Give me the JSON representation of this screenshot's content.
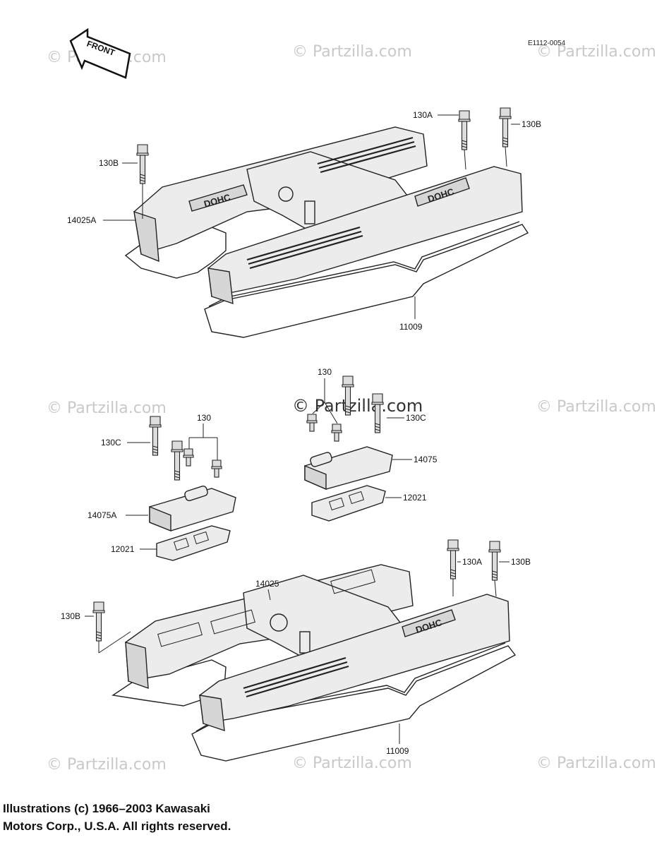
{
  "diagram_code": "E1112-0054",
  "front_label": "FRONT",
  "watermark": "© Partzilla.com",
  "copyright": "Illustrations (c) 1966–2003 Kawasaki\nMotors Corp., U.S.A.  All rights reserved.",
  "valve_cover_label": "DOHC",
  "callouts_top": {
    "p130A": "130A",
    "p130B_right": "130B",
    "p130B_left": "130B",
    "p14025A": "14025A",
    "p11009": "11009"
  },
  "callouts_middle_left": {
    "p130": "130",
    "p130C": "130C",
    "p14075A": "14075A",
    "p12021": "12021"
  },
  "callouts_middle_right": {
    "p130": "130",
    "p130C": "130C",
    "p14075": "14075",
    "p12021": "12021"
  },
  "callouts_bottom": {
    "p14025": "14025",
    "p130A": "130A",
    "p130B_right": "130B",
    "p130B_left": "130B",
    "p11009": "11009"
  }
}
